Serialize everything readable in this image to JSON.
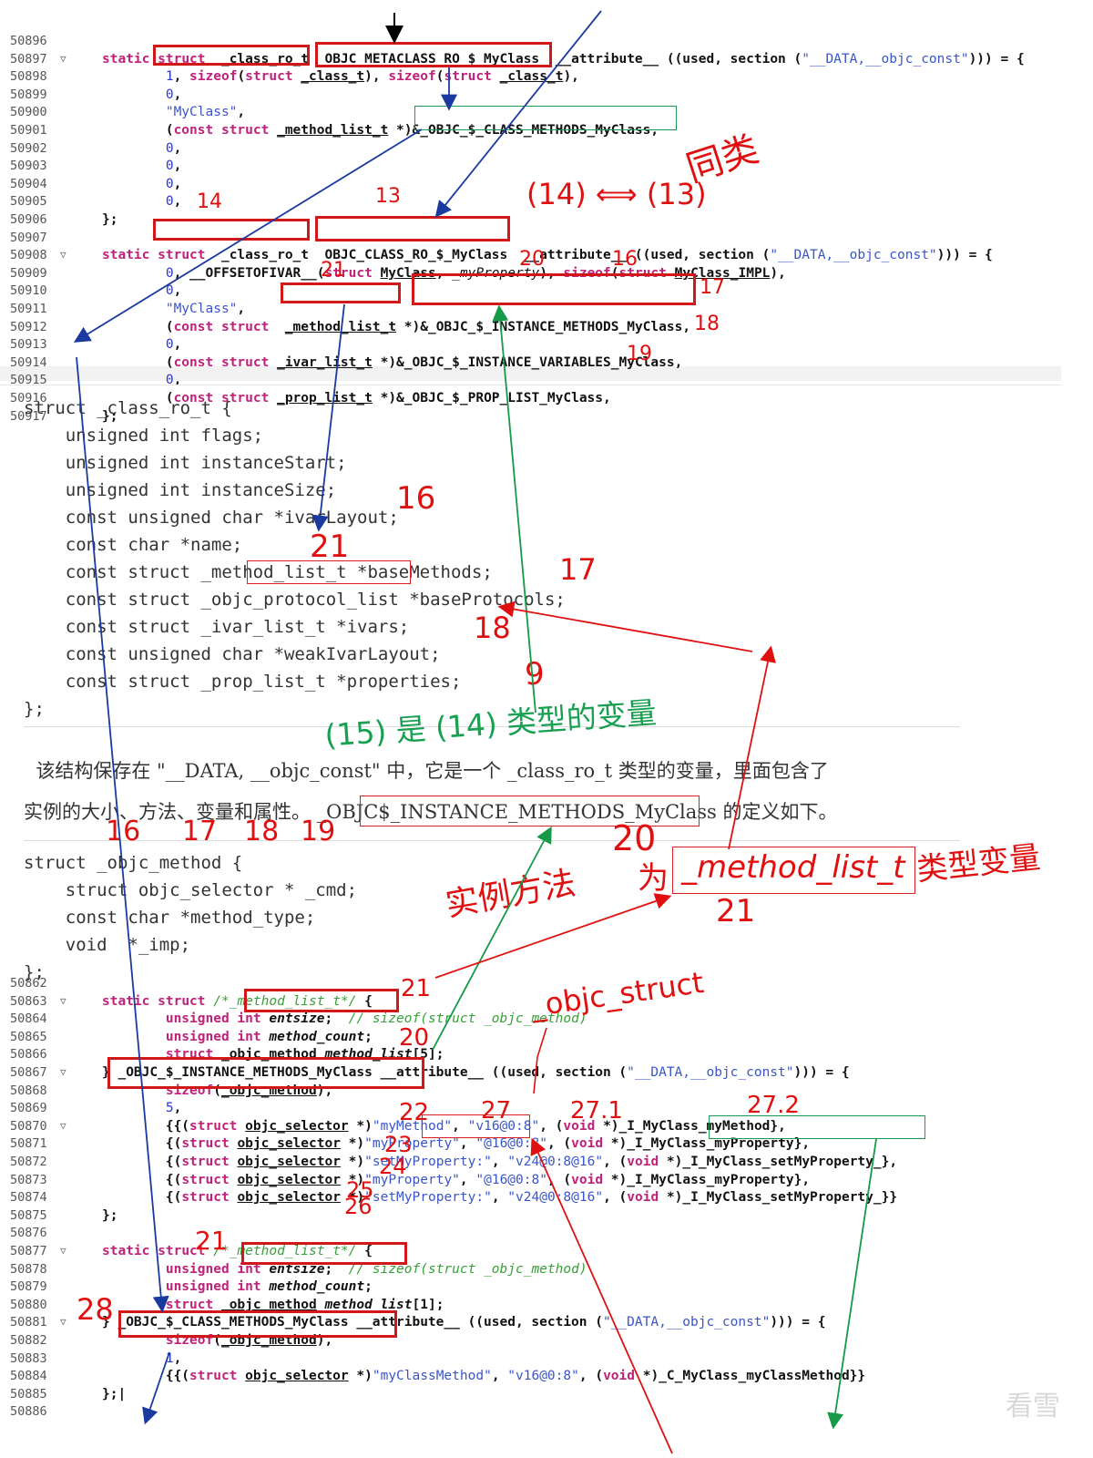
{
  "code_top": {
    "lines": [
      {
        "n": "50896",
        "fold": false,
        "html": ""
      },
      {
        "n": "50897",
        "fold": true,
        "html": "<span class='kw'>static</span> <span class='kw'>struct</span>  _class_ro_t  OBJC_METACLASS_RO_$_MyClass  __attribute__ ((used, section (<span class='str'>\"__DATA,__objc_const\"</span>))) = {"
      },
      {
        "n": "50898",
        "fold": false,
        "html": "        <span class='num'>1</span>, <span class='kw'>sizeof</span>(<span class='kw'>struct</span> <span class='und'>_class_t</span>), <span class='kw'>sizeof</span>(<span class='kw'>struct</span> <span class='und'>_class_t</span>),"
      },
      {
        "n": "50899",
        "fold": false,
        "html": "        <span class='num'>0</span>,"
      },
      {
        "n": "50900",
        "fold": false,
        "html": "        <span class='str'>\"MyClass\"</span>,"
      },
      {
        "n": "50901",
        "fold": false,
        "html": "        (<span class='kw'>const</span> <span class='kw'>struct</span> <span class='und'>_method_list_t</span> *)&amp;_OBJC_$_CLASS_METHODS_MyClass,"
      },
      {
        "n": "50902",
        "fold": false,
        "html": "        <span class='num'>0</span>,"
      },
      {
        "n": "50903",
        "fold": false,
        "html": "        <span class='num'>0</span>,"
      },
      {
        "n": "50904",
        "fold": false,
        "html": "        <span class='num'>0</span>,"
      },
      {
        "n": "50905",
        "fold": false,
        "html": "        <span class='num'>0</span>,"
      },
      {
        "n": "50906",
        "fold": false,
        "html": "};"
      },
      {
        "n": "50907",
        "fold": false,
        "html": ""
      },
      {
        "n": "50908",
        "fold": true,
        "html": "<span class='kw'>static</span> <span class='kw'>struct</span>  _class_ro_t  OBJC_CLASS_RO_$_MyClass  __attribute__ ((used, section (<span class='str'>\"__DATA,__objc_const\"</span>))) = {"
      },
      {
        "n": "50909",
        "fold": false,
        "html": "        <span class='num'>0</span>, __OFFSETOFIVAR__(<span class='kw'>struct</span> <span class='und'>MyClass</span>, <span class='it plain'>_myProperty</span>), <span class='kw'>sizeof</span>(<span class='kw'>struct</span> <span class='und'>MyClass_IMPL</span>),"
      },
      {
        "n": "50910",
        "fold": false,
        "html": "        <span class='num'>0</span>,"
      },
      {
        "n": "50911",
        "fold": false,
        "html": "        <span class='str'>\"MyClass\"</span>,"
      },
      {
        "n": "50912",
        "fold": false,
        "html": "        (<span class='kw'>const</span> <span class='kw'>struct</span>  <span class='und'>_method_list_t</span> *)&amp;_OBJC_$_INSTANCE_METHODS_MyClass,"
      },
      {
        "n": "50913",
        "fold": false,
        "html": "        <span class='num'>0</span>,"
      },
      {
        "n": "50914",
        "fold": false,
        "html": "        (<span class='kw'>const</span> <span class='kw'>struct</span> <span class='und'>_ivar_list_t</span> *)&amp;_OBJC_$_INSTANCE_VARIABLES_MyClass,"
      },
      {
        "n": "50915",
        "fold": false,
        "html": "        <span class='num'>0</span>,"
      },
      {
        "n": "50916",
        "fold": false,
        "html": "        (<span class='kw'>const</span> <span class='kw'>struct</span> <span class='und'>_prop_list_t</span> *)&amp;_OBJC_$_PROP_LIST_MyClass,"
      },
      {
        "n": "50917",
        "fold": false,
        "html": "};"
      }
    ]
  },
  "doc_struct_ro": {
    "lines": [
      "struct _class_ro_t {",
      "    unsigned int flags;",
      "    unsigned int instanceStart;",
      "    unsigned int instanceSize;",
      "    const unsigned char *ivarLayout;",
      "    const char *name;",
      "    const struct _method_list_t *baseMethods;",
      "    const struct _objc_protocol_list *baseProtocols;",
      "    const struct _ivar_list_t *ivars;",
      "    const unsigned char *weakIvarLayout;",
      "    const struct _prop_list_t *properties;",
      "};"
    ]
  },
  "prose": {
    "line1": "  该结构保存在 \"__DATA, __objc_const\" 中，它是一个 _class_ro_t 类型的变量，里面包含了",
    "line2": "实例的大小、方法、变量和属性。 _OBJC$_INSTANCE_METHODS_MyClass 的定义如下。"
  },
  "doc_struct_method": {
    "lines": [
      "struct _objc_method {",
      "    struct objc_selector * _cmd;",
      "    const char *method_type;",
      "    void  *_imp;",
      "};"
    ]
  },
  "code_bottom": {
    "lines": [
      {
        "n": "50862",
        "fold": false,
        "html": ""
      },
      {
        "n": "50863",
        "fold": true,
        "html": "<span class='kw'>static</span> <span class='kw'>struct</span> <span class='cm'>/*_method_list_t*/</span> {"
      },
      {
        "n": "50864",
        "fold": false,
        "html": "        <span class='kw'>unsigned</span> <span class='kw'>int</span> <span class='it'>entsize</span>;  <span class='cm'>// sizeof(struct _objc_method)</span>"
      },
      {
        "n": "50865",
        "fold": false,
        "html": "        <span class='kw'>unsigned</span> <span class='kw'>int</span> <span class='it'>method_count</span>;"
      },
      {
        "n": "50866",
        "fold": false,
        "html": "        <span class='kw'>struct</span> <span class='und'>_objc_method</span> <span class='it'>method_list</span>[5];"
      },
      {
        "n": "50867",
        "fold": true,
        "html": "} _OBJC_$_INSTANCE_METHODS_MyClass __attribute__ ((used, section (<span class='str'>\"__DATA,__objc_const\"</span>))) = {"
      },
      {
        "n": "50868",
        "fold": false,
        "html": "        <span class='kw'>sizeof</span>(<span class='und'>_objc_method</span>),"
      },
      {
        "n": "50869",
        "fold": false,
        "html": "        <span class='num'>5</span>,"
      },
      {
        "n": "50870",
        "fold": true,
        "html": "        {{(<span class='kw'>struct</span> <span class='und'>objc_selector</span> *)<span class='str'>\"myMethod\"</span>, <span class='str'>\"v16@0:8\"</span>, (<span class='kw'>void</span> *)_I_MyClass_myMethod},"
      },
      {
        "n": "50871",
        "fold": false,
        "html": "        {(<span class='kw'>struct</span> <span class='und'>objc_selector</span> *)<span class='str'>\"myProperty\"</span>, <span class='str'>\"@16@0:8\"</span>, (<span class='kw'>void</span> *)_I_MyClass_myProperty},"
      },
      {
        "n": "50872",
        "fold": false,
        "html": "        {(<span class='kw'>struct</span> <span class='und'>objc_selector</span> *)<span class='str'>\"setMyProperty:\"</span>, <span class='str'>\"v24@0:8@16\"</span>, (<span class='kw'>void</span> *)_I_MyClass_setMyProperty_},"
      },
      {
        "n": "50873",
        "fold": false,
        "html": "        {(<span class='kw'>struct</span> <span class='und'>objc_selector</span> *)<span class='str'>\"myProperty\"</span>, <span class='str'>\"@16@0:8\"</span>, (<span class='kw'>void</span> *)_I_MyClass_myProperty},"
      },
      {
        "n": "50874",
        "fold": false,
        "html": "        {(<span class='kw'>struct</span> <span class='und'>objc_selector</span> *)<span class='str'>\"setMyProperty:\"</span>, <span class='str'>\"v24@0:8@16\"</span>, (<span class='kw'>void</span> *)_I_MyClass_setMyProperty_}}"
      },
      {
        "n": "50875",
        "fold": false,
        "html": "};"
      },
      {
        "n": "50876",
        "fold": false,
        "html": ""
      },
      {
        "n": "50877",
        "fold": true,
        "html": "<span class='kw'>static</span> <span class='kw'>struct</span> <span class='cm'>/*_method_list_t*/</span> {"
      },
      {
        "n": "50878",
        "fold": false,
        "html": "        <span class='kw'>unsigned</span> <span class='kw'>int</span> <span class='it'>entsize</span>;  <span class='cm'>// sizeof(struct _objc_method)</span>"
      },
      {
        "n": "50879",
        "fold": false,
        "html": "        <span class='kw'>unsigned</span> <span class='kw'>int</span> <span class='it'>method_count</span>;"
      },
      {
        "n": "50880",
        "fold": false,
        "html": "        <span class='kw'>struct</span> <span class='und'>_objc_method</span> <span class='it'>method_list</span>[1];"
      },
      {
        "n": "50881",
        "fold": true,
        "html": "} _OBJC_$_CLASS_METHODS_MyClass __attribute__ ((used, section (<span class='str'>\"__DATA,__objc_const\"</span>))) = {"
      },
      {
        "n": "50882",
        "fold": false,
        "html": "        <span class='kw'>sizeof</span>(<span class='und'>_objc_method</span>),"
      },
      {
        "n": "50883",
        "fold": false,
        "html": "        <span class='num'>1</span>,"
      },
      {
        "n": "50884",
        "fold": false,
        "html": "        {{(<span class='kw'>struct</span> <span class='und'>objc_selector</span> *)<span class='str'>\"myClassMethod\"</span>, <span class='str'>\"v16@0:8\"</span>, (<span class='kw'>void</span> *)_C_MyClass_myClassMethod}}"
      },
      {
        "n": "50885",
        "fold": false,
        "html": "};|"
      },
      {
        "n": "50886",
        "fold": false,
        "html": ""
      }
    ]
  },
  "annotations": {
    "n14": "14",
    "n13": "13",
    "n14_13": "(14) ⟺ (13)",
    "same_type": "同类",
    "n21a": "21",
    "n20a": "20",
    "n16a": "16",
    "n17a": "17",
    "n18a": "18",
    "n19a": "19",
    "n16b": "16",
    "n21b": "21",
    "n17b": "17",
    "n18b": "18",
    "n9": "9",
    "green_note": "(15) 是 (14) 类型的变量",
    "n16c": "16",
    "n17c": "17",
    "n18c": "18",
    "n19c": "19",
    "instance_method": "实例方法",
    "n20b": "20",
    "is_type": "为",
    "method_list_t_hand": "_method_list_t",
    "type_var": "类型变量",
    "n21c": "21",
    "n21d": "21",
    "n20c": "20",
    "struct_note": "_objc_struct",
    "n22": "22",
    "n27": "27",
    "n27_1": "27.1",
    "n27_2": "27.2",
    "n23": "23",
    "n24": "24",
    "n25": "25",
    "n26": "26",
    "n21e": "21",
    "n28": "28"
  },
  "watermark": "看雪"
}
